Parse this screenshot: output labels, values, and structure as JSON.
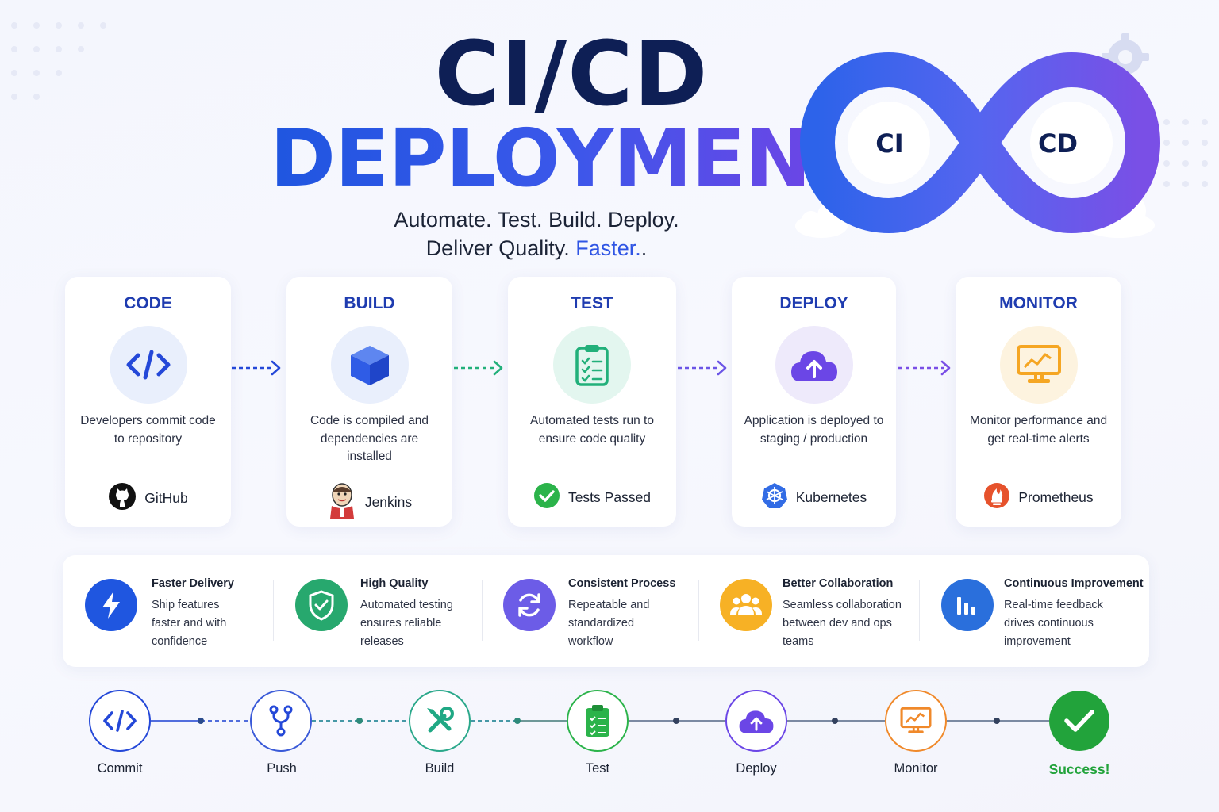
{
  "hero": {
    "title_line1": "CI/CD",
    "title_line2": "DEPLOYMENT",
    "tagline_line1": "Automate. Test. Build. Deploy.",
    "tagline_line2_prefix": "Deliver Quality.",
    "tagline_line2_accent": "Faster.",
    "tagline_line2_suffix": ".",
    "infinity_left": "CI",
    "infinity_right": "CD",
    "accent_color": "#2f55e4",
    "title_color": "#0e1f55"
  },
  "stages": [
    {
      "title": "CODE",
      "description": "Developers commit code to repository",
      "tool": "GitHub",
      "icon": "code-icon",
      "tool_icon": "github-icon",
      "tint": "#e9effc",
      "color": "#2448d8"
    },
    {
      "title": "BUILD",
      "description": "Code is compiled and dependencies are installed",
      "tool": "Jenkins",
      "icon": "cube-icon",
      "tool_icon": "jenkins-icon",
      "tint": "#e9effc",
      "color": "#2f5ce6"
    },
    {
      "title": "TEST",
      "description": "Automated tests run to ensure code quality",
      "tool": "Tests Passed",
      "icon": "clipboard-check-icon",
      "tool_icon": "check-circle-icon",
      "tint": "#e3f6ef",
      "color": "#22b07a"
    },
    {
      "title": "DEPLOY",
      "description": "Application is deployed to staging / production",
      "tool": "Kubernetes",
      "icon": "cloud-upload-icon",
      "tool_icon": "kubernetes-icon",
      "tint": "#eeeafb",
      "color": "#6b46e6"
    },
    {
      "title": "MONITOR",
      "description": "Monitor performance and get real-time alerts",
      "tool": "Prometheus",
      "icon": "monitor-chart-icon",
      "tool_icon": "prometheus-icon",
      "tint": "#fdf3df",
      "color": "#f5a623"
    }
  ],
  "benefits": [
    {
      "title": "Faster Delivery",
      "description": "Ship features faster and with confidence",
      "icon": "lightning-icon",
      "color": "#1f56e0"
    },
    {
      "title": "High Quality",
      "description": "Automated testing ensures reliable releases",
      "icon": "shield-check-icon",
      "color": "#27a86e"
    },
    {
      "title": "Consistent Process",
      "description": "Repeatable and standardized workflow",
      "icon": "refresh-icon",
      "color": "#6c5ce7"
    },
    {
      "title": "Better Collaboration",
      "description": "Seamless collaboration between dev and ops teams",
      "icon": "team-icon",
      "color": "#f7b125"
    },
    {
      "title": "Continuous Improvement",
      "description": "Real-time feedback drives continuous improvement",
      "icon": "bar-chart-icon",
      "color": "#2a6fdc"
    }
  ],
  "timeline": [
    {
      "label": "Commit",
      "icon": "code-icon",
      "color": "#2448d8"
    },
    {
      "label": "Push",
      "icon": "git-branch-icon",
      "color": "#2448d8"
    },
    {
      "label": "Build",
      "icon": "tools-icon",
      "color": "#1fa884"
    },
    {
      "label": "Test",
      "icon": "clipboard-check-icon",
      "color": "#2bb34a"
    },
    {
      "label": "Deploy",
      "icon": "cloud-upload-icon",
      "color": "#6b46e6"
    },
    {
      "label": "Monitor",
      "icon": "monitor-chart-icon",
      "color": "#f0892a"
    },
    {
      "label": "Success!",
      "icon": "checkmark-icon",
      "color": "#22a33b"
    }
  ]
}
